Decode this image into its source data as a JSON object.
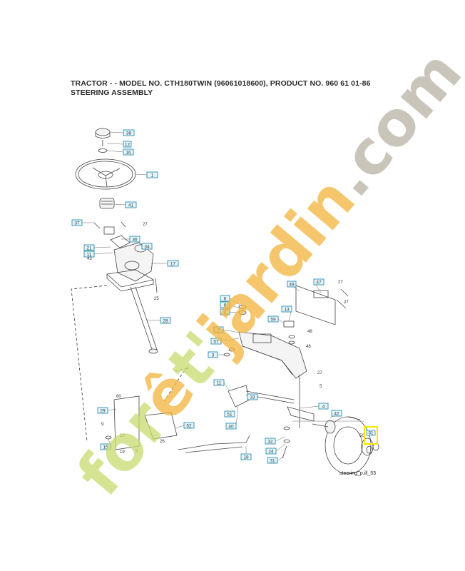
{
  "header": {
    "line1": "TRACTOR - - MODEL NO. CTH180TWIN (96061018600), PRODUCT NO. 960 61 01-86",
    "line2": "STEERING ASSEMBLY"
  },
  "reference_code": "steering_p.ill_53",
  "watermark": {
    "text": "forêt'jardin.com",
    "color_green": "#c8dc6e",
    "color_orange": "#f2b43c",
    "color_grey": "#b8b2a4"
  },
  "highlight_color": "#ffe600",
  "callouts": [
    {
      "key": "c1",
      "label": "38"
    },
    {
      "key": "c2",
      "label": "12"
    },
    {
      "key": "c3",
      "label": "16"
    },
    {
      "key": "c4",
      "label": "1"
    },
    {
      "key": "c5",
      "label": "41"
    },
    {
      "key": "c6",
      "label": "37"
    },
    {
      "key": "c7",
      "label": "36"
    },
    {
      "key": "c8",
      "label": "21"
    },
    {
      "key": "c9",
      "label": "11"
    },
    {
      "key": "c10",
      "label": "34"
    },
    {
      "key": "c11",
      "label": "17"
    },
    {
      "key": "c12",
      "label": "28"
    },
    {
      "key": "c13",
      "label": "47"
    },
    {
      "key": "c14",
      "label": "49"
    },
    {
      "key": "c15",
      "label": "6"
    },
    {
      "key": "c16",
      "label": "8"
    },
    {
      "key": "c17",
      "label": "59"
    },
    {
      "key": "c18",
      "label": "13"
    },
    {
      "key": "c19",
      "label": "2"
    },
    {
      "key": "c20",
      "label": "57"
    },
    {
      "key": "c21",
      "label": "7"
    },
    {
      "key": "c22",
      "label": "3"
    },
    {
      "key": "c23",
      "label": "11"
    },
    {
      "key": "c24",
      "label": "33"
    },
    {
      "key": "c25",
      "label": "4"
    },
    {
      "key": "c26",
      "label": "42"
    },
    {
      "key": "c27",
      "label": "51"
    },
    {
      "key": "c28",
      "label": "32"
    },
    {
      "key": "c29",
      "label": "24"
    },
    {
      "key": "c30",
      "label": "31"
    },
    {
      "key": "c31",
      "label": "40"
    },
    {
      "key": "c32",
      "label": "29"
    },
    {
      "key": "c33",
      "label": "52"
    },
    {
      "key": "c34",
      "label": "15"
    },
    {
      "key": "c35",
      "label": "18"
    }
  ],
  "plain_labels": [
    {
      "key": "p1",
      "label": "27"
    },
    {
      "key": "p2",
      "label": "43"
    },
    {
      "key": "p3",
      "label": "25"
    },
    {
      "key": "p4",
      "label": "27"
    },
    {
      "key": "p5",
      "label": "27"
    },
    {
      "key": "p6",
      "label": "48"
    },
    {
      "key": "p7",
      "label": "27"
    },
    {
      "key": "p8",
      "label": "5"
    },
    {
      "key": "p9",
      "label": "60"
    },
    {
      "key": "p10",
      "label": "9"
    },
    {
      "key": "p11",
      "label": "10"
    },
    {
      "key": "p12",
      "label": "26"
    },
    {
      "key": "p13",
      "label": "19"
    },
    {
      "key": "p14",
      "label": "5"
    },
    {
      "key": "p15",
      "label": "50"
    },
    {
      "key": "p16",
      "label": "48"
    }
  ]
}
